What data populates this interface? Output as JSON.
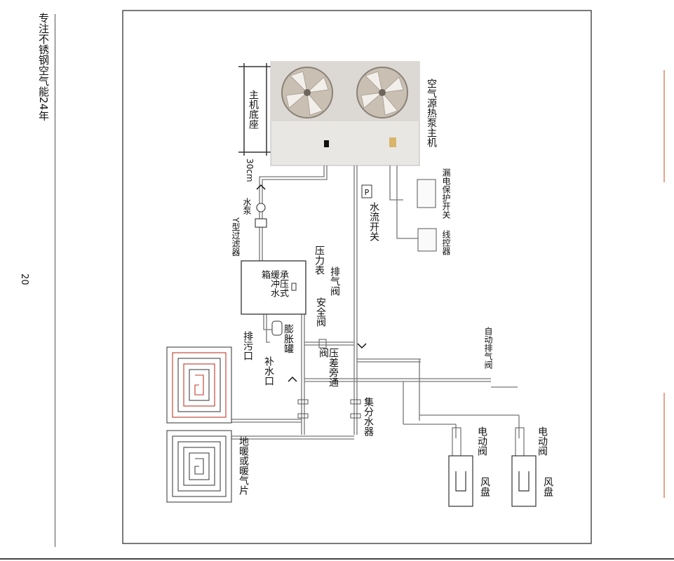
{
  "page": {
    "side_title": "专注不锈钢空气能24年",
    "page_number": "20"
  },
  "labels": {
    "base": "主机底座",
    "heat_pump": "空气源热泵主机",
    "leakage_switch": "漏电保护开关",
    "controller": "线控器",
    "distance": "30cm",
    "pump": "水泵",
    "y_filter": "Y型过滤器",
    "flow_switch": "水流开关",
    "pressure_gauge": "压力表",
    "air_vent": "排气阀",
    "safety_valve": "安全阀",
    "buffer_tank": "承压式缓冲水箱",
    "expansion_tank": "膨胀罐",
    "drain": "排污口",
    "makeup_water": "补水口",
    "bypass_valve": "压差旁通阀",
    "manifold": "集分水器",
    "floor_heating": "地暖或暖气片",
    "auto_air_vent": "自动排气阀",
    "electric_valve_1": "电动阀",
    "electric_valve_2": "电动阀",
    "fan_coil_1": "风盘",
    "fan_coil_2": "风盘",
    "pressure_symbol": "P"
  },
  "colors": {
    "line": "#333333",
    "pipe": "#777777",
    "hot_loop": "#c0392b",
    "accent": "#e8a48a"
  }
}
